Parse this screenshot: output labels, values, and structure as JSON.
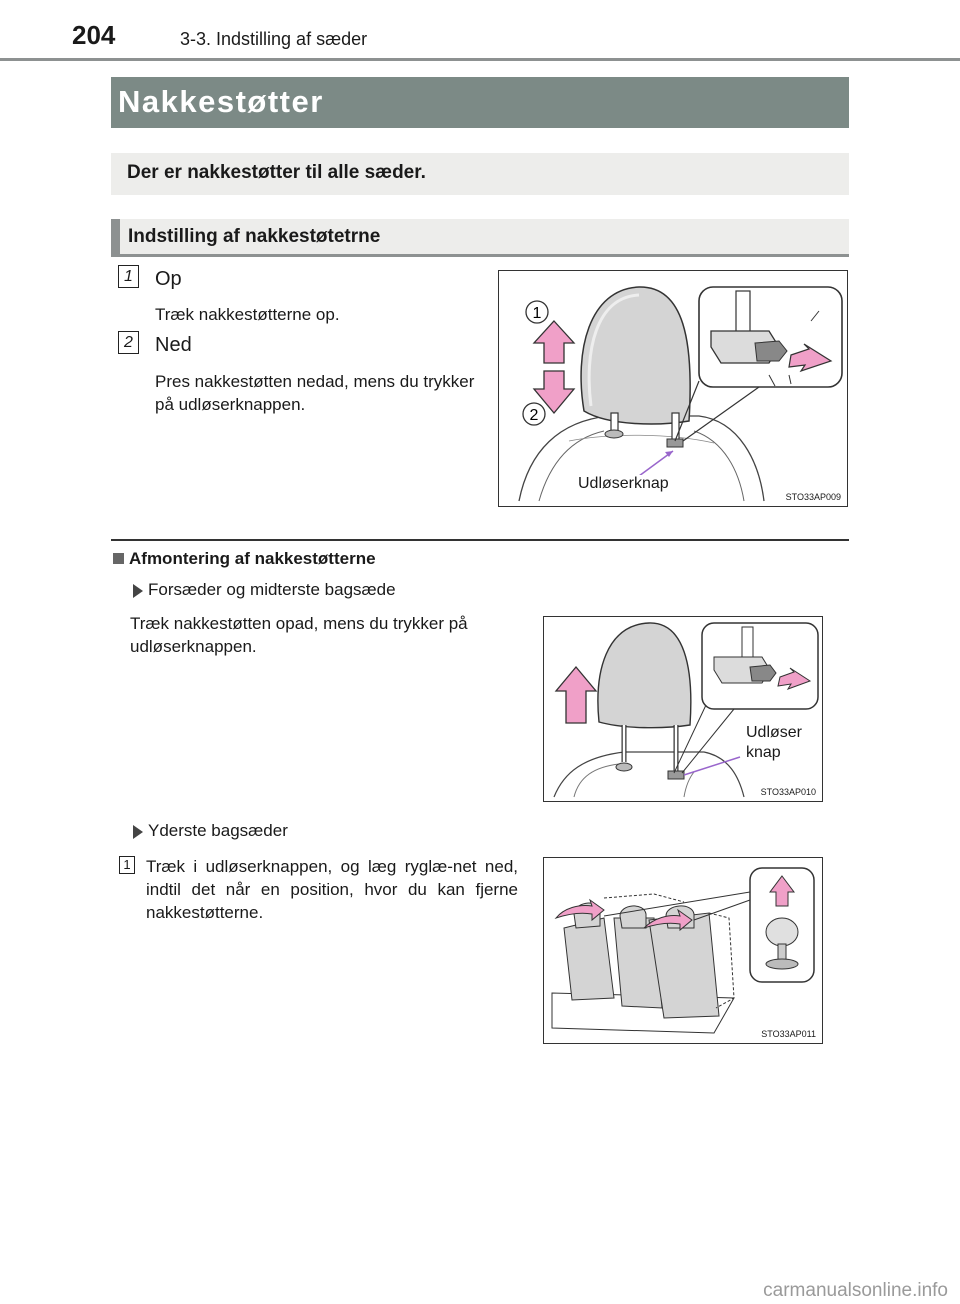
{
  "header": {
    "page_number": "204",
    "chapter": "3-3. Indstilling af sæder"
  },
  "title": "Nakkestøtter",
  "intro": "Der er nakkestøtter til alle sæder.",
  "section_heading": "Indstilling af nakkestøtetrne",
  "steps": [
    {
      "num": "1",
      "title": "Op",
      "desc": "Træk nakkestøtterne op."
    },
    {
      "num": "2",
      "title": "Ned",
      "desc": "Pres nakkestøtten nedad, mens du trykker på udløserknappen."
    }
  ],
  "figure1": {
    "callout_1": "1",
    "callout_2": "2",
    "label": "Udløserknap",
    "code": "STO33AP009"
  },
  "removal": {
    "heading": "Afmontering af nakkestøtterne",
    "front": {
      "bullet": "Forsæder og midterste bagsæde",
      "text": "Træk nakkestøtten opad, mens du trykker på udløserknappen.",
      "figure": {
        "label_line1": "Udløser",
        "label_line2": "knap",
        "code": "STO33AP010"
      }
    },
    "outer": {
      "bullet": "Yderste bagsæder",
      "step_num": "1",
      "text": "Træk i udløserknappen, og læg ryglæ-net ned, indtil det når en position, hvor du kan fjerne nakkestøtterne.",
      "figure": {
        "code": "STO33AP011"
      }
    }
  },
  "watermark": "carmanualsonline.info",
  "colors": {
    "title_bar": "#7c8a86",
    "subhead_bg": "#ededeb",
    "arrow_pink": "#f0a0c8",
    "leader_purple": "#9966cc"
  }
}
